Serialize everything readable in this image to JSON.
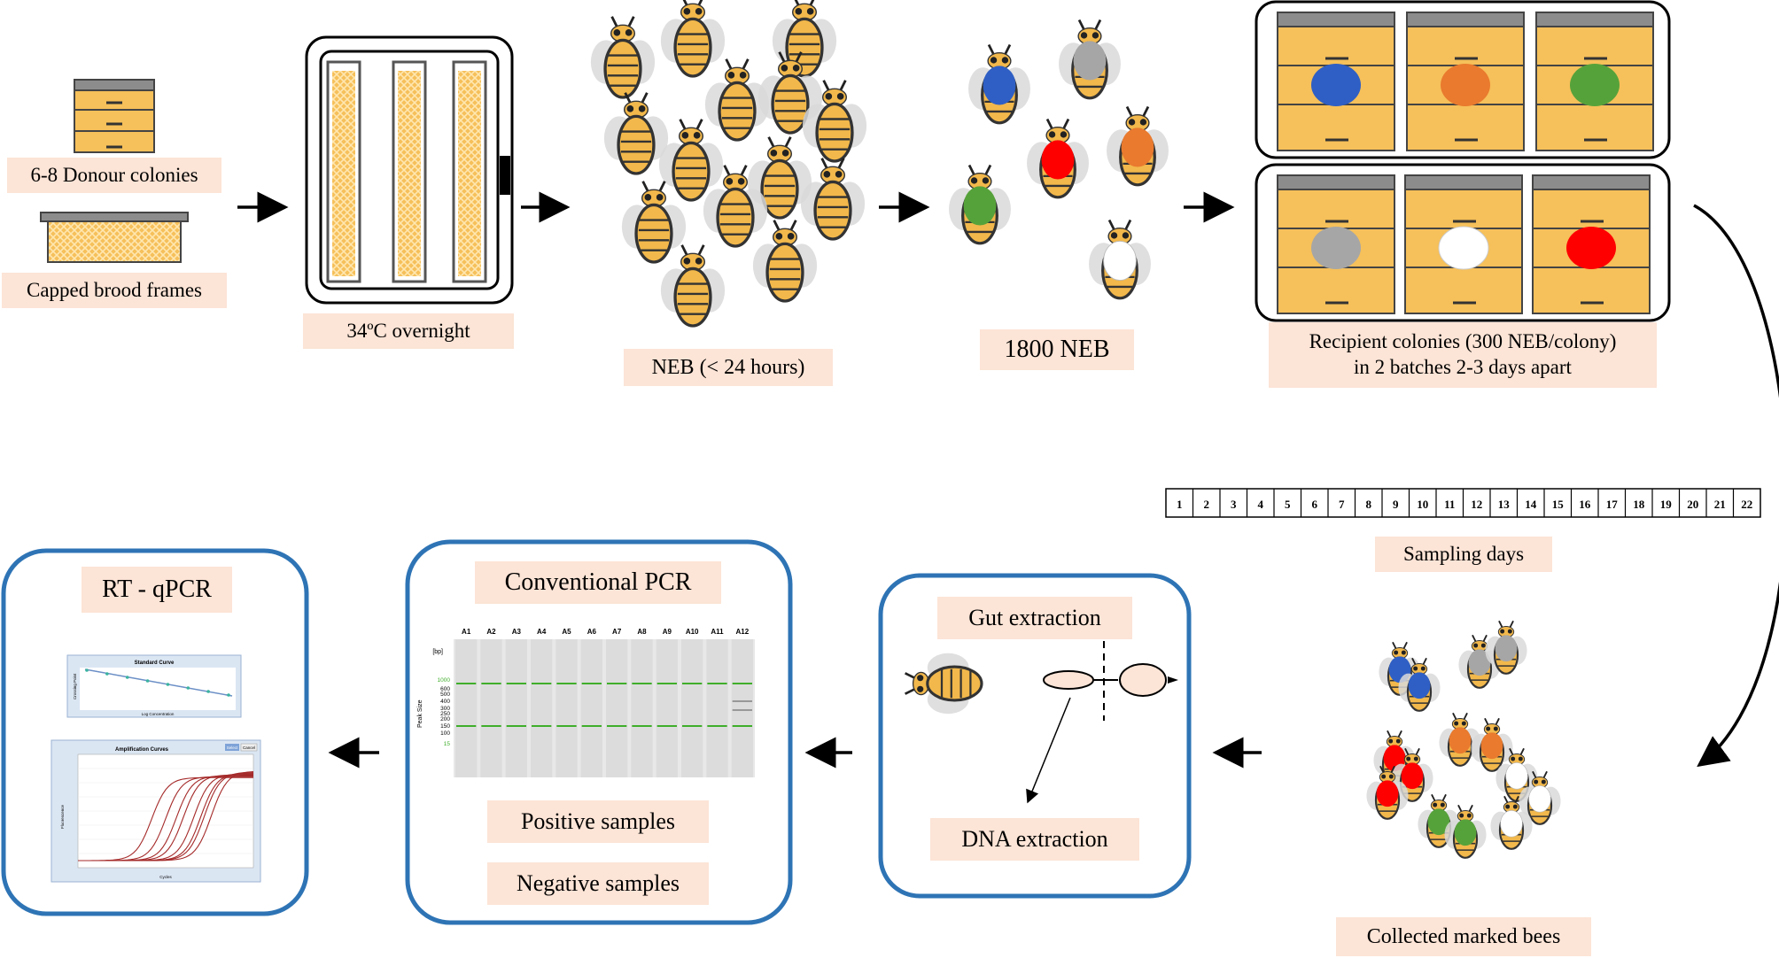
{
  "labels": {
    "donor_colonies": "6-8 Donour colonies",
    "capped_brood": "Capped brood frames",
    "incubator": "34ºC overnight",
    "neb": "NEB (< 24 hours)",
    "neb_count": "1800 NEB",
    "recipient_line1": "Recipient colonies (300 NEB/colony)",
    "recipient_line2": "in 2 batches 2-3 days apart",
    "sampling_days": "Sampling days",
    "collected": "Collected marked bees",
    "gut_extraction": "Gut extraction",
    "dna_extraction": "DNA extraction",
    "conventional_pcr": "Conventional PCR",
    "positive": "Positive samples",
    "negative": "Negative samples",
    "rtqpcr": "RT - qPCR"
  },
  "sampling_days": [
    "1",
    "2",
    "3",
    "4",
    "5",
    "6",
    "7",
    "8",
    "9",
    "10",
    "11",
    "12",
    "13",
    "14",
    "15",
    "16",
    "17",
    "18",
    "19",
    "20",
    "21",
    "22"
  ],
  "gel": {
    "lanes": [
      "A1",
      "A2",
      "A3",
      "A4",
      "A5",
      "A6",
      "A7",
      "A8",
      "A9",
      "A10",
      "A11",
      "A12"
    ],
    "unit": "[bp]",
    "yaxis_label": "Peak Size",
    "ladder": [
      "1000",
      "600",
      "500",
      "400",
      "300",
      "250",
      "200",
      "150",
      "100",
      "15"
    ]
  },
  "qpcr": {
    "standard_title": "Standard Curve",
    "standard_xlabel": "Log Concentration",
    "standard_ylabel": "Crossing Point",
    "amp_title": "Amplification Curves",
    "amp_xlabel": "Cycles",
    "amp_ylabel": "Fluorescence",
    "button1": "Select",
    "button2": "Cancel"
  },
  "colors": {
    "label_bg": "#fce4d6",
    "hive": "#f6c05a",
    "hive_top": "#8c8c8c",
    "box_border": "#2e74b5",
    "bee_body": "#f2b84b",
    "blue": "#2f5fc4",
    "orange": "#e97a2e",
    "green": "#56a23a",
    "grey": "#a6a6a6",
    "white": "#ffffff",
    "red": "#ff0000",
    "gel_band": "#3fae2a",
    "curve": "#a52a2a"
  }
}
